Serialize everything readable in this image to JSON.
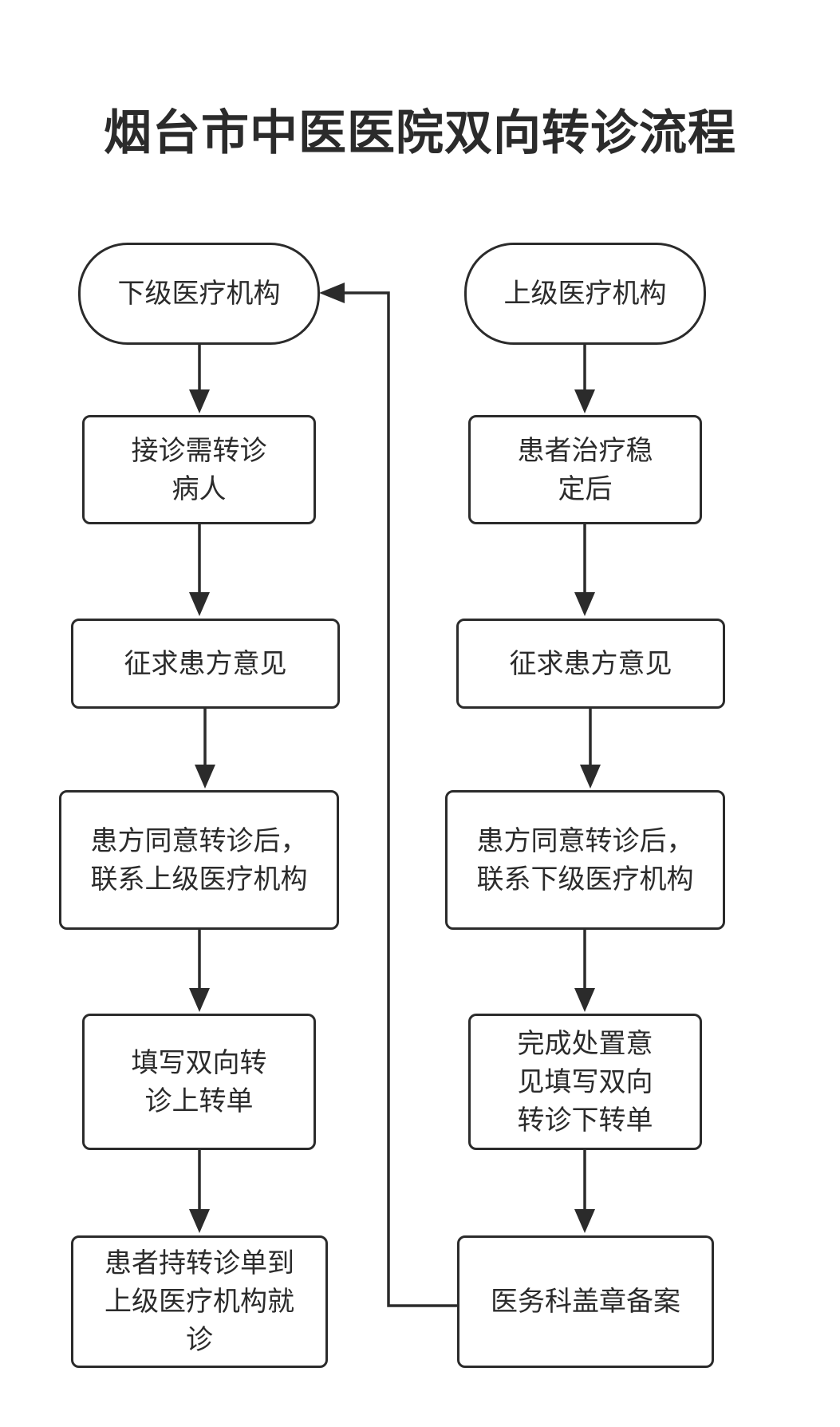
{
  "title": "烟台市中医医院双向转诊流程",
  "left_column": {
    "start": "下级医疗机构",
    "steps": [
      "接诊需转诊病人",
      "征求患方意见",
      "患方同意转诊后，联系上级医疗机构",
      "填写双向转诊上转单",
      "患者持转诊单到上级医疗机构就诊"
    ]
  },
  "right_column": {
    "start": "上级医疗机构",
    "steps": [
      "患者治疗稳定后",
      "征求患方意见",
      "患方同意转诊后，联系下级医疗机构",
      "完成处置意见填写双向转诊下转单",
      "医务科盖章备案"
    ]
  },
  "colors": {
    "stroke": "#2b2b2b",
    "background": "#ffffff"
  }
}
